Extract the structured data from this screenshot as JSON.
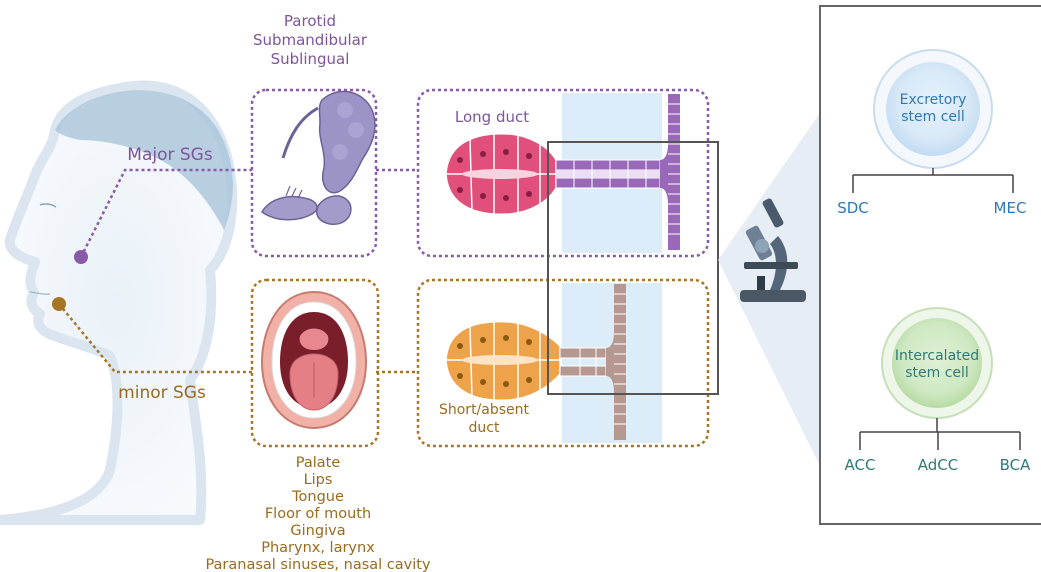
{
  "colors": {
    "major": "#8a5aa8",
    "minor": "#a77624",
    "excretory": "#2f78b6",
    "intercalated": "#2f7a7a",
    "acinar_major": "#e0507a",
    "acinar_minor": "#eea24a",
    "duct_major": "#9a68b8",
    "duct_minor": "#b59890"
  },
  "major": {
    "glands": [
      "Parotid",
      "Submandibular",
      "Sublingual"
    ],
    "label": "Major SGs",
    "duct_label": "Long duct"
  },
  "minor": {
    "label": "minor SGs",
    "duct_label_lines": [
      "Short/absent",
      "duct"
    ],
    "sites": [
      "Palate",
      "Lips",
      "Tongue",
      "Floor of mouth",
      "Gingiva",
      "Pharynx, larynx",
      "Paranasal sinuses, nasal cavity"
    ]
  },
  "excretory": {
    "title_lines": [
      "Excretory",
      "stem cell"
    ],
    "children": [
      "SDC",
      "MEC"
    ]
  },
  "intercalated": {
    "title_lines": [
      "Intercalated",
      "stem cell"
    ],
    "children": [
      "ACC",
      "AdCC",
      "BCA"
    ]
  },
  "icons": {
    "head": "human-head-profile-icon",
    "gland": "salivary-gland-icon",
    "mouth": "open-mouth-icon",
    "microscope": "microscope-icon"
  }
}
